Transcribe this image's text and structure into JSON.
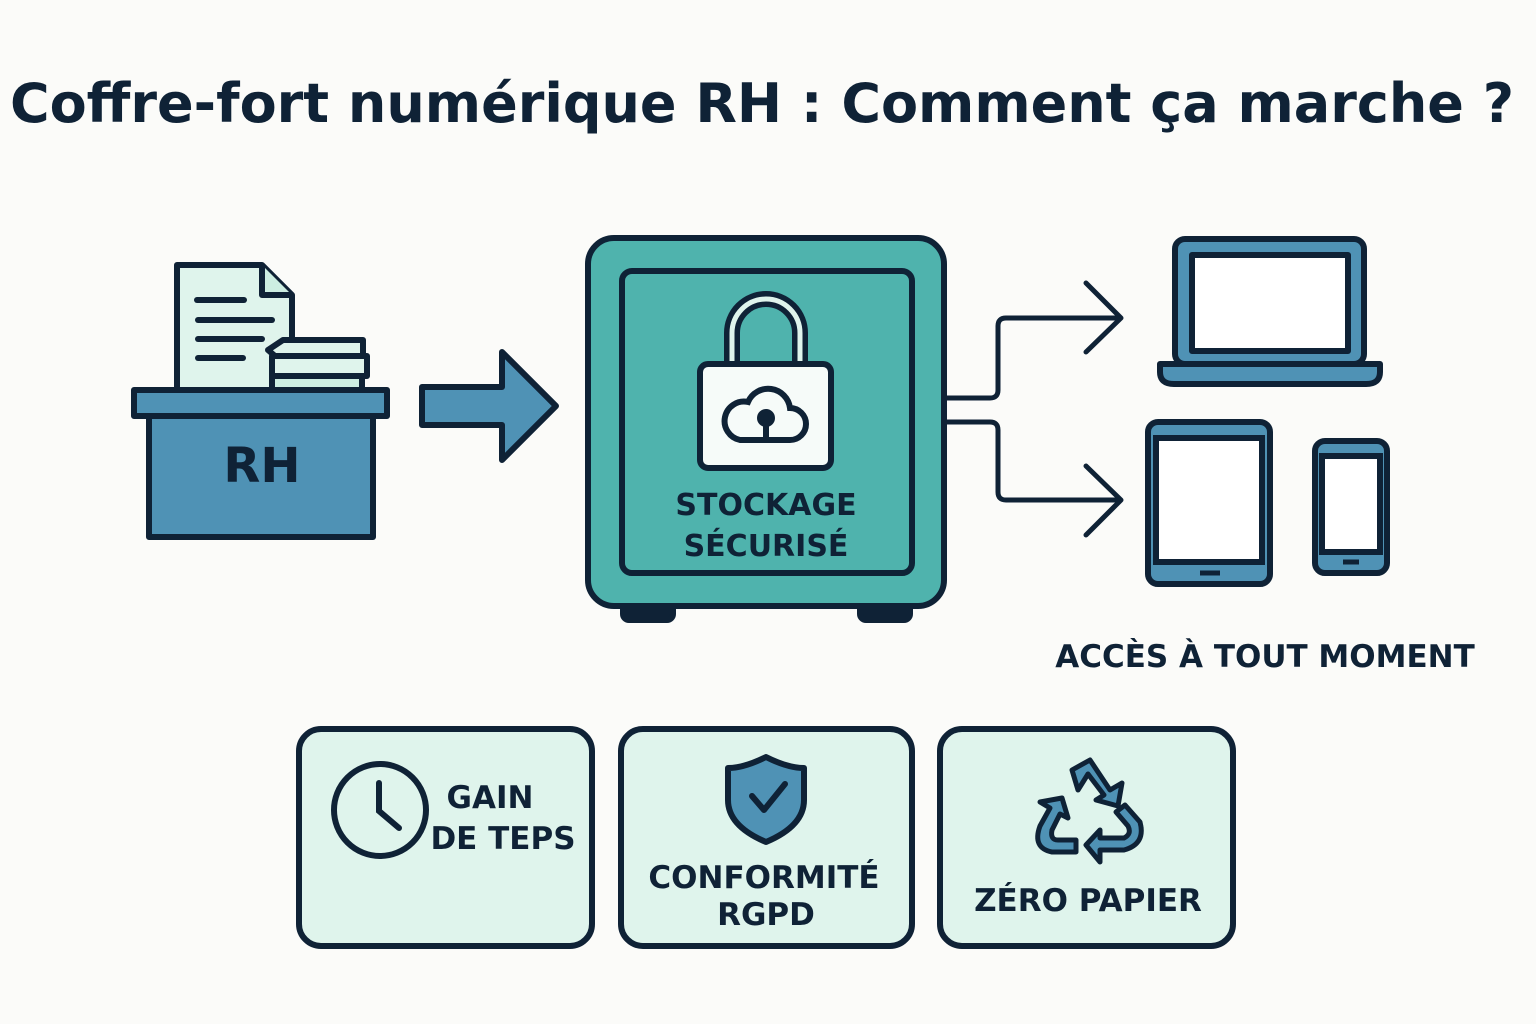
{
  "title": "Coffre-fort numérique RH : Comment ça marche ?",
  "hr_desk": {
    "label": "RH"
  },
  "safe": {
    "line1": "STOCKAGE",
    "line2": "SÉCURISÉ"
  },
  "access": {
    "label": "ACCÈS À TOUT MOMENT"
  },
  "benefits": [
    {
      "icon": "clock-icon",
      "line1": "GAIN",
      "line2": "DE TEPS"
    },
    {
      "icon": "shield-check-icon",
      "line1": "CONFORMITÉ",
      "line2": "RGPD"
    },
    {
      "icon": "recycle-icon",
      "line1": "ZÉRO PAPIER"
    }
  ],
  "colors": {
    "navy": "#0f2236",
    "blue": "#4f92b5",
    "teal": "#4fb3ad",
    "mint": "#dff4ec",
    "background": "#fbfbf9"
  }
}
